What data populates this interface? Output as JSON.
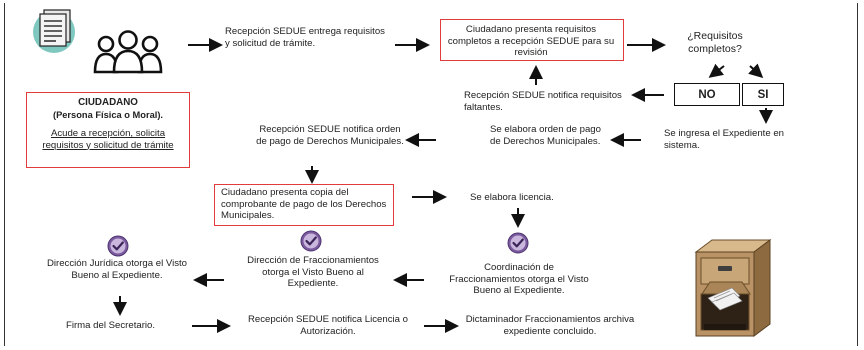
{
  "nodes": {
    "step1": "Recepción SEDUE entrega requisitos y solicitud de trámite.",
    "step2": "Ciudadano presenta requisitos completos a recepción SEDUE para su revisión",
    "question": "¿Requisitos completos?",
    "no_label": "NO",
    "si_label": "SI",
    "notify_missing": "Recepción SEDUE notifica requisitos faltantes.",
    "enter_system": "Se ingresa el Expediente en sistema.",
    "payment_order": "Se elabora orden de pago de Derechos Municipales.",
    "notify_payment": "Recepción SEDUE notifica orden de pago de Derechos Municipales.",
    "present_receipt": "Ciudadano presenta copia del comprobante de pago de los Derechos Municipales.",
    "make_license": "Se elabora licencia.",
    "coordination": "Coordinación de Fraccionamientos otorga el Visto Bueno al Expediente.",
    "direction_subdivisions": "Dirección de Fraccionamientos otorga el Visto Bueno al Expediente.",
    "legal_direction": "Dirección Jurídica otorga el Visto Bueno al Expediente.",
    "secretary_signature": "Firma del Secretario.",
    "notify_license": "Recepción SEDUE notifica Licencia o Autorización.",
    "archive": "Dictaminador Fraccionamientos archiva expediente concluido."
  },
  "ciudadano": {
    "title": "CIUDADANO",
    "subtitle": "(Persona Física o Moral).",
    "action": "Acude a recepción, solicita requisitos y solicitud de trámite"
  },
  "colors": {
    "highlight_border": "#e23b3b",
    "check_purple": "#7b5a9e"
  },
  "icons": [
    "document-stack-icon",
    "people-group-icon",
    "check-circle-icon",
    "file-cabinet-icon"
  ]
}
